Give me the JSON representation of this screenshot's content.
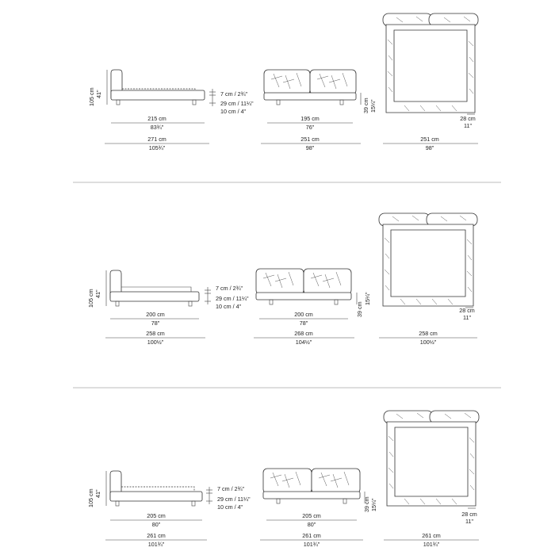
{
  "rows": [
    {
      "side": {
        "headboard_height": "105 cm",
        "headboard_height_in": "41\"",
        "width": "215 cm",
        "width_in": "83¾\"",
        "total": "271 cm",
        "total_in": "105¾\""
      },
      "profile": {
        "top": "7 cm / 2¾\"",
        "mid": "29 cm / 11¼\"",
        "bottom": "10 cm / 4\""
      },
      "front": {
        "height": "39 cm",
        "height_in": "15¼\"",
        "width": "195 cm",
        "width_in": "76\"",
        "total": "251 cm",
        "total_in": "98\""
      },
      "top": {
        "side": "28 cm",
        "side_in": "11\"",
        "width": "251 cm",
        "width_in": "98\""
      }
    },
    {
      "side": {
        "headboard_height": "105 cm",
        "headboard_height_in": "41\"",
        "width": "200 cm",
        "width_in": "78\"",
        "total": "258 cm",
        "total_in": "100½\""
      },
      "profile": {
        "top": "7 cm / 2¾\"",
        "mid": "29 cm / 11¼\"",
        "bottom": "10 cm / 4\""
      },
      "front": {
        "height": "39 cm",
        "height_in": "15¼\"",
        "width": "200 cm",
        "width_in": "78\"",
        "total": "268 cm",
        "total_in": "104½\""
      },
      "top": {
        "side": "28 cm",
        "side_in": "11\"",
        "width": "258 cm",
        "width_in": "100½\""
      }
    },
    {
      "side": {
        "headboard_height": "105 cm",
        "headboard_height_in": "41\"",
        "width": "205 cm",
        "width_in": "80\"",
        "total": "261 cm",
        "total_in": "101¾\""
      },
      "profile": {
        "top": "7 cm / 2¾\"",
        "mid": "29 cm / 11¼\"",
        "bottom": "10 cm / 4\""
      },
      "front": {
        "height": "39 cm",
        "height_in": "15¼\"",
        "width": "205 cm",
        "width_in": "80\"",
        "total": "261 cm",
        "total_in": "101¾\""
      },
      "top": {
        "side": "28 cm",
        "side_in": "11\"",
        "width": "261 cm",
        "width_in": "101¾\""
      }
    }
  ]
}
